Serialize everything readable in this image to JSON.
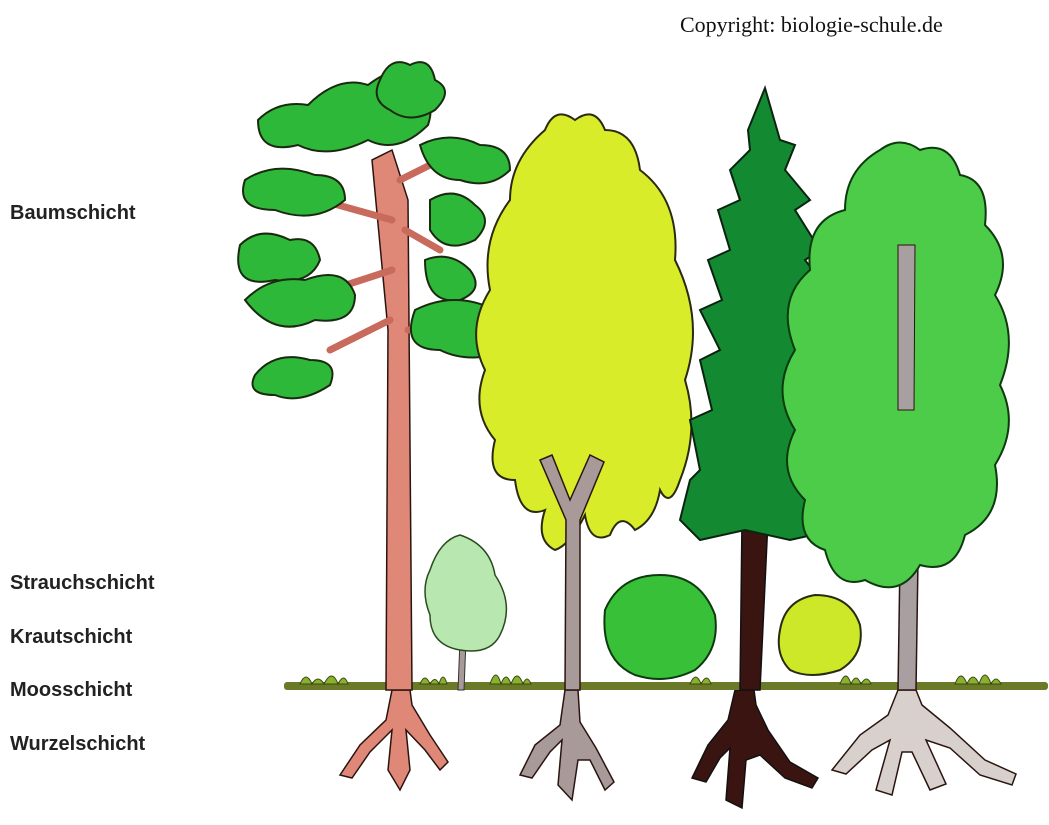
{
  "copyright": "Copyright: biologie-schule.de",
  "layers": {
    "baumschicht": "Baumschicht",
    "strauchschicht": "Strauchschicht",
    "krautschicht": "Krautschicht",
    "moosschicht": "Moosschicht",
    "wurzelschicht": "Wurzelschicht"
  },
  "colors": {
    "pine_trunk": "#e08878",
    "pine_foliage": "#2eb83a",
    "birch_foliage": "#d8ec2a",
    "birch_trunk": "#a89a98",
    "spruce_foliage": "#138a32",
    "spruce_trunk": "#3a1410",
    "beech_foliage": "#4ccc48",
    "beech_trunk": "#a8a0a0",
    "shrub_light": "#b8e8b0",
    "shrub_dark": "#38c038",
    "shrub_yellow": "#cce828",
    "ground": "#6a7a28",
    "moss": "#8ab030"
  }
}
